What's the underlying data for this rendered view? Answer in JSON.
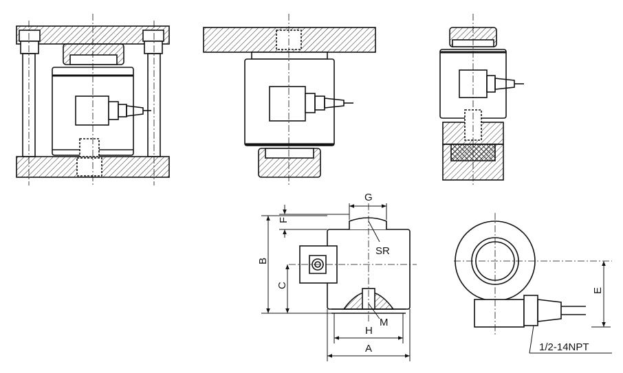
{
  "labels": {
    "A": "A",
    "B": "B",
    "C": "C",
    "E": "E",
    "F": "F",
    "G": "G",
    "H": "H",
    "M": "M",
    "SR": "SR",
    "thread": "1/2-14NPT"
  }
}
